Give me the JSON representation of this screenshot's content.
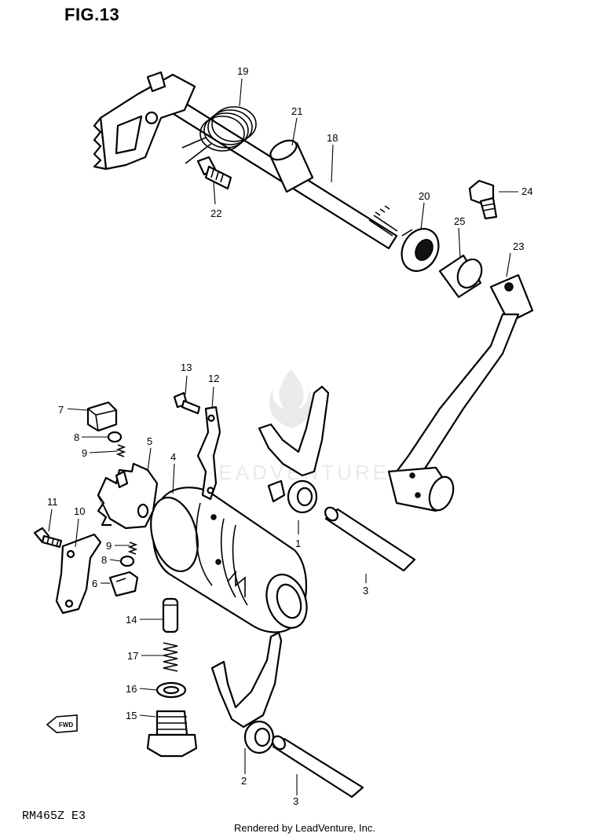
{
  "header": {
    "figure_label": "FIG.13"
  },
  "footer": {
    "model_code": "RM465Z  E3",
    "credit": "Rendered by LeadVenture, Inc."
  },
  "watermark": {
    "text": "LEADVENTURE"
  },
  "direction_marker": {
    "text": "FWD",
    "icon": "forward-arrow-icon"
  },
  "callouts": {
    "c1": "1",
    "c2": "2",
    "c3a": "3",
    "c3b": "3",
    "c4": "4",
    "c5": "5",
    "c6": "6",
    "c7": "7",
    "c8a": "8",
    "c8b": "8",
    "c9a": "9",
    "c9b": "9",
    "c10": "10",
    "c11": "11",
    "c12": "12",
    "c13": "13",
    "c14": "14",
    "c15": "15",
    "c16": "16",
    "c17": "17",
    "c18": "18",
    "c19": "19",
    "c20": "20",
    "c21": "21",
    "c22": "22",
    "c23": "23",
    "c24": "24",
    "c25": "25"
  }
}
